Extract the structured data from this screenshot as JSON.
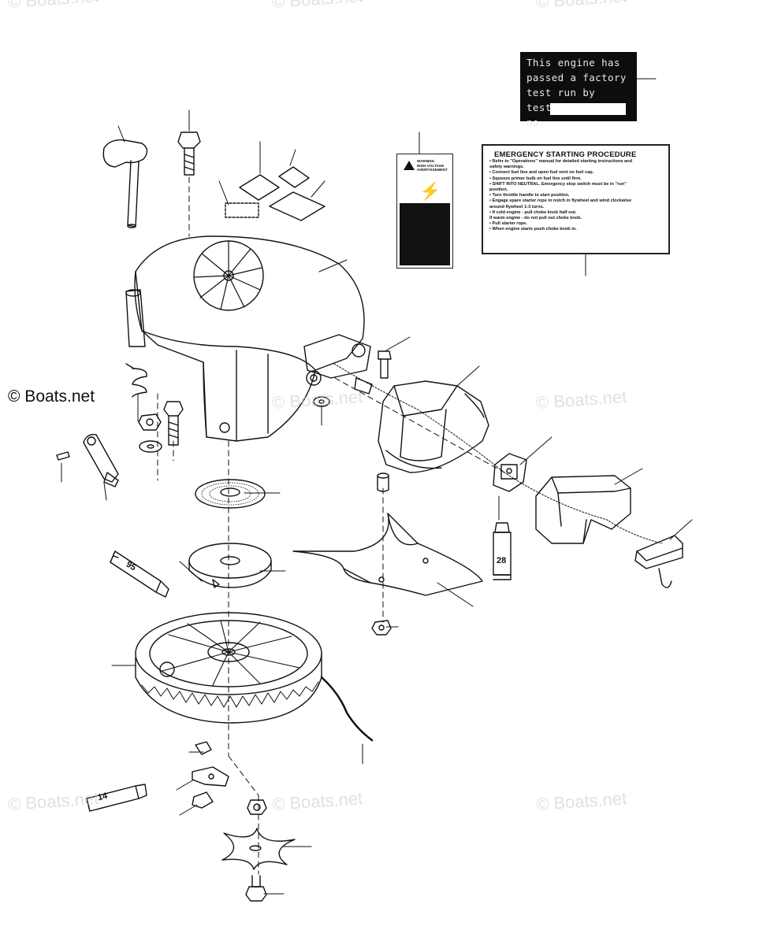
{
  "watermarks": {
    "main": "© Boats.net",
    "faint": [
      "© Boats.net",
      "© Boats.net",
      "© Boats.net",
      "© Boats.net",
      "© Boats.net",
      "© Boats.net"
    ]
  },
  "decal_test": {
    "lines": [
      "This engine has",
      "passed a factory",
      "test run by tester",
      "no."
    ]
  },
  "decal_emergency": {
    "title": "EMERGENCY STARTING PROCEDURE",
    "steps": [
      "• Refer to \"Operations\" manual for detailed starting instructions and",
      "  safety warnings.",
      "• Connect fuel line and open fuel vent on fuel cap.",
      "• Squeeze primer bulb on fuel line until firm.",
      "• SHIFT INTO NEUTRAL. Emergency stop switch must be in \"run\"",
      "  position.",
      "• Turn throttle handle to start position.",
      "• Engage spare starter rope in notch in flywheel and wind clockwise",
      "  around flywheel 1-3 turns.",
      "• If cold engine - pull choke knob half out.",
      "  If warm engine - do not pull out choke knob.",
      "• Pull starter rope.",
      "• When engine starts push choke knob in."
    ]
  },
  "decal_warning": {
    "head": [
      "WARNING",
      "HIGH VOLTAGE",
      "AVERTISSEMENT"
    ]
  },
  "tubes": {
    "left": "95",
    "middle": "28",
    "bottom": "14"
  }
}
